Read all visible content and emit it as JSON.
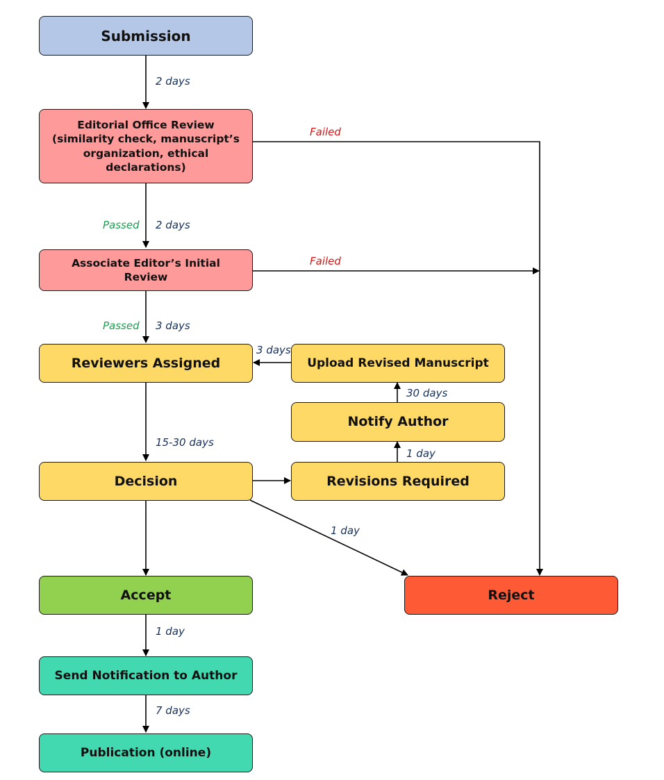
{
  "colors": {
    "blue": "#b4c7e7",
    "pink": "#ff9a9a",
    "yellow": "#ffd966",
    "green": "#92d050",
    "red": "#ff5a36",
    "teal": "#42d9b1",
    "days_label": "#16305c",
    "passed_label": "#1e9e52",
    "failed_label": "#d01818"
  },
  "nodes": {
    "submission": "Submission",
    "editorial_office_review": "Editorial Office Review (similarity check, manuscript’s organization, ethical declarations)",
    "associate_editor_review": "Associate Editor’s Initial Review",
    "reviewers_assigned": "Reviewers Assigned",
    "upload_revised_manuscript": "Upload Revised Manuscript",
    "notify_author": "Notify Author",
    "decision": "Decision",
    "revisions_required": "Revisions Required",
    "accept": "Accept",
    "reject": "Reject",
    "send_notification": "Send Notification to Author",
    "publication": "Publication (online)"
  },
  "labels": {
    "submission_to_eor": "2 days",
    "eor_failed": "Failed",
    "eor_passed": "Passed",
    "eor_to_aer": "2 days",
    "aer_failed": "Failed",
    "aer_passed": "Passed",
    "aer_to_reviewers": "3 days",
    "upload_to_reviewers": "3 days",
    "notify_to_upload": "30 days",
    "revisions_to_notify": "1 day",
    "reviewers_to_decision": "15-30 days",
    "decision_to_reject": "1 day",
    "accept_to_send": "1 day",
    "send_to_publication": "7 days"
  }
}
